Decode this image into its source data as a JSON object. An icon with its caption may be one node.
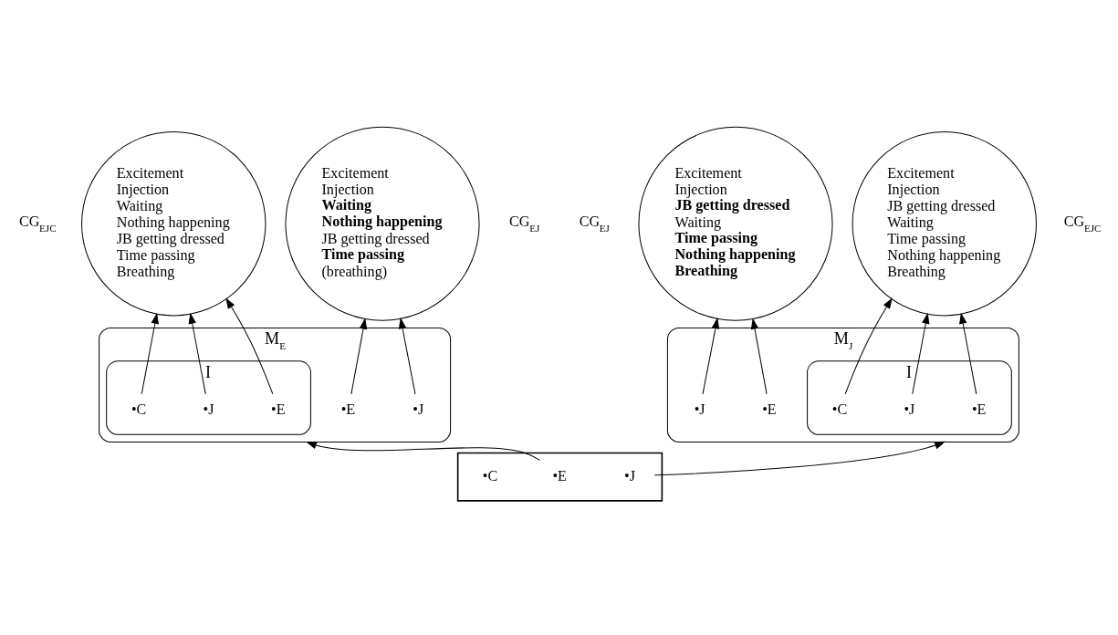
{
  "diagram": {
    "nodes": [
      {
        "text": [
          "Excitement",
          "Injection",
          "Waiting",
          "Nothing happening",
          "JB getting dressed",
          "Time passing",
          "Breathing"
        ],
        "beside": [
          "CG$_{EJC}$"
        ]
      },
      {
        "text": [
          "Excitement",
          "Injection",
          "**Waiting**",
          "**Nothing happening**",
          "JB getting dressed",
          "**Time passing**",
          "(breathing)"
        ],
        "beside": [
          "CG$_{EJ}$"
        ]
      },
      {
        "text": [
          "Excitement",
          "Injection",
          "**JB getting dressed**",
          "Waiting",
          "**Time passing**",
          "**Nothing happening**",
          "**Breathing**"
        ],
        "beside": [
          "CG$_{EJ}$"
        ]
      },
      {
        "text": [
          "Excitement",
          "Injection",
          "JB getting dressed",
          "Waiting",
          "Time passing",
          "Nothing happening",
          "Breathing"
        ],
        "beside": [
          "CG$_{EJC}$"
        ]
      },
      {
        "text": [
          "M$_{E}$"
        ]
      },
      {
        "text": [
          "I"
        ],
        "in": 4
      },
      {
        "text": [
          "•E"
        ],
        "in": 5
      },
      {
        "text": [
          "•J"
        ],
        "in": 5
      },
      {
        "text": [
          "•C"
        ],
        "in": 5
      },
      {
        "text": [
          "•E"
        ],
        "in": 4
      },
      {
        "text": [
          "•J"
        ],
        "in": 4
      },
      {
        "text": [
          "M$_{J}$"
        ]
      },
      {
        "text": [
          "I"
        ],
        "in": 11
      },
      {
        "text": [
          "•E"
        ],
        "in": 12
      },
      {
        "text": [
          "•J"
        ],
        "in": 12
      },
      {
        "text": [
          "•C"
        ],
        "in": 12
      },
      {
        "text": [
          "•E"
        ],
        "in": 11
      },
      {
        "text": [
          "•J"
        ],
        "in": 11
      },
      {
        "text": [],
        "shape": "parallelogram"
      },
      {
        "text": [
          "•E"
        ],
        "in": 18
      },
      {
        "text": [
          "•J"
        ],
        "in": 18
      },
      {
        "text": [
          "•C"
        ],
        "in": 18
      }
    ],
    "edges": [
      {
        "from": 6,
        "to": 0,
        "arrow": "to"
      },
      {
        "from": 7,
        "to": 0,
        "arrow": "to"
      },
      {
        "from": 8,
        "to": 0,
        "arrow": "to"
      },
      {
        "from": 9,
        "to": 1,
        "arrow": "to"
      },
      {
        "from": 10,
        "to": 1,
        "arrow": "to"
      },
      {
        "from": 16,
        "to": 2,
        "arrow": "to"
      },
      {
        "from": 17,
        "to": 2,
        "arrow": "to"
      },
      {
        "from": 13,
        "to": 3,
        "arrow": "to"
      },
      {
        "from": 14,
        "to": 3,
        "arrow": "to"
      },
      {
        "from": 15,
        "to": 3,
        "arrow": "to"
      },
      {
        "from": 19,
        "to": 4,
        "arrow": "to"
      },
      {
        "from": 20,
        "to": 11,
        "arrow": "to"
      }
    ]
  }
}
